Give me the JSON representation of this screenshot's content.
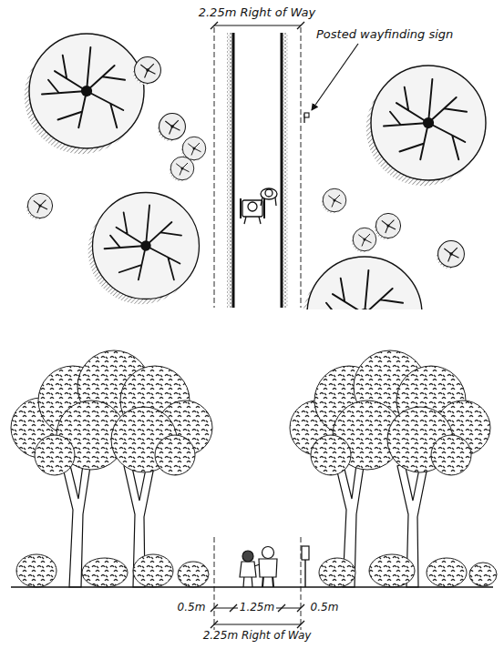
{
  "diagram": {
    "labels": [
      "2.25m Right of Way",
      "Posted wayfinding sign",
      "0.5m",
      "1.25m",
      "0.5m",
      "2.25m Right of Way"
    ]
  }
}
